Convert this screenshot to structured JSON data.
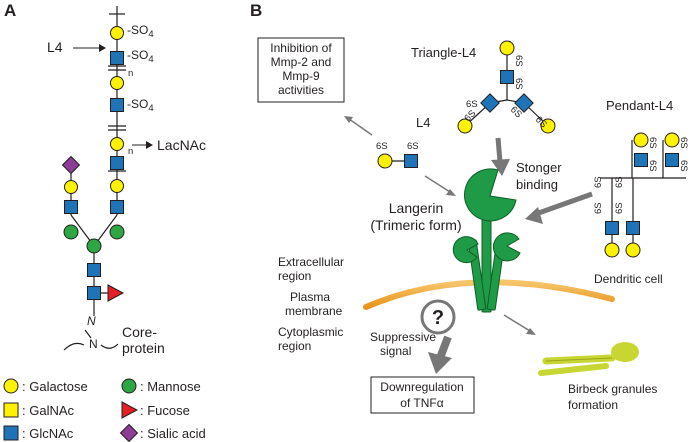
{
  "panel_a": {
    "label": "A",
    "l4": "L4",
    "so4": "-SO",
    "so4_sub": "4",
    "repeat_n": "n",
    "lacnac": "LacNAc",
    "n_atom": "N",
    "core_protein_1": "Core-",
    "core_protein_2": "protein"
  },
  "legend": {
    "galactose": ": Galactose",
    "galnac": ": GalNAc",
    "glcnac": ": GlcNAc",
    "mannose": ": Mannose",
    "fucose": ": Fucose",
    "sialic": ": Sialic acid"
  },
  "panel_b": {
    "label": "B",
    "inhibition_1": "Inhibition of",
    "inhibition_2": "Mmp-2 and",
    "inhibition_3": "Mmp-9",
    "inhibition_4": "activities",
    "triangle_l4": "Triangle-L4",
    "pendant_l4": "Pendant-L4",
    "l4": "L4",
    "six_s": "6S",
    "stronger_1": "Stonger",
    "stronger_2": "binding",
    "langerin_1": "Langerin",
    "langerin_2": "(Trimeric form)",
    "extracellular_1": "Extracellular",
    "extracellular_2": "region",
    "plasma_1": "Plasma",
    "plasma_2": "membrane",
    "cytoplasmic_1": "Cytoplasmic",
    "cytoplasmic_2": "region",
    "dendritic": "Dendritic cell",
    "question": "?",
    "suppressive_1": "Suppressive",
    "suppressive_2": "signal",
    "downreg_1": "Downregulation",
    "downreg_2": "of TNFα",
    "birbeck_1": "Birbeck granules",
    "birbeck_2": "formation"
  },
  "colors": {
    "galactose": "#fff200",
    "glcnac": "#1f73b7",
    "mannose": "#2ea643",
    "fucose": "#e31e24",
    "sialic_acid": "#8e3d97",
    "langerin": "#1f9a46",
    "membrane": "#f5a623",
    "birbeck": "#c8d633"
  }
}
